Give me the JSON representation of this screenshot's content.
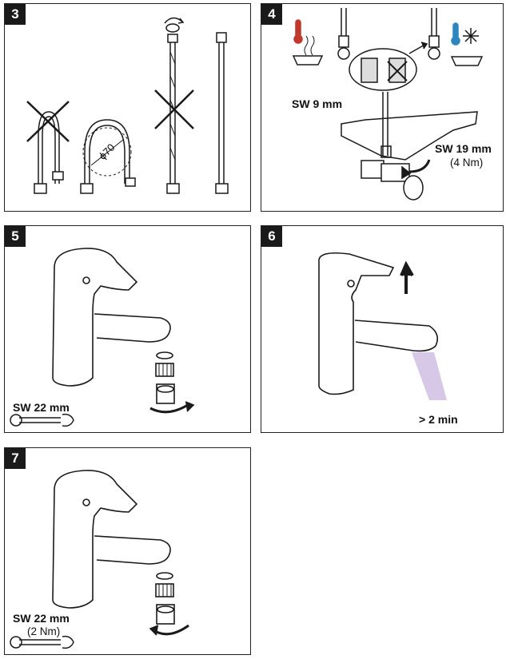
{
  "steps": [
    {
      "number": "3"
    },
    {
      "number": "4",
      "wrench_size": "SW 9 mm",
      "nut_size": "SW 19 mm",
      "torque": "(4 Nm)"
    },
    {
      "number": "5",
      "wrench_size": "SW 22 mm"
    },
    {
      "number": "6",
      "flush_time": "> 2 min"
    },
    {
      "number": "7",
      "wrench_size": "SW 22 mm",
      "torque": "(2 Nm)"
    }
  ],
  "step3": {
    "bend_diameter": "ϕ70"
  },
  "icons": {
    "hot": "hot-water-thermometer-icon",
    "cold": "cold-water-snowflake-icon",
    "wrench": "open-end-wrench-icon",
    "rotate": "rotate-arrow-icon",
    "up": "up-arrow-icon"
  },
  "colors": {
    "hot": "#c0392b",
    "cold": "#2e86c1",
    "water": "#b79ad6",
    "ink": "#1a1a1a"
  }
}
